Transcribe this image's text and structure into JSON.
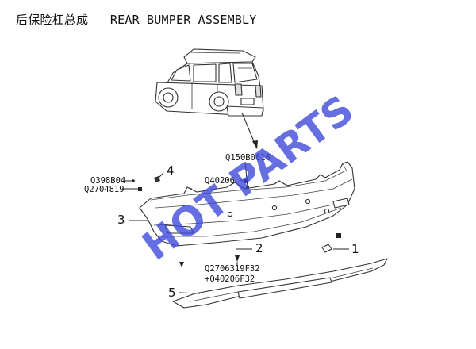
{
  "title": {
    "zh": "后保险杠总成",
    "en": "REAR BUMPER ASSEMBLY"
  },
  "watermark": {
    "text": "HOT PARTS",
    "color": "#3b46d8"
  },
  "callouts": {
    "n1": "1",
    "n2": "2",
    "n3": "3",
    "n4": "4",
    "n5": "5"
  },
  "part_codes": {
    "q150b0616": "Q150B0616",
    "q40206": "Q40206",
    "q398b04": "Q398B04",
    "q2704819": "Q2704819",
    "q2706319f32": "Q2706319F32",
    "plus_q40206f32": "+Q40206F32"
  },
  "icons": {
    "vehicle": "suv-rear-view-icon",
    "rear_bumper": "rear-bumper-part",
    "skid_plate": "skid-plate-part"
  }
}
